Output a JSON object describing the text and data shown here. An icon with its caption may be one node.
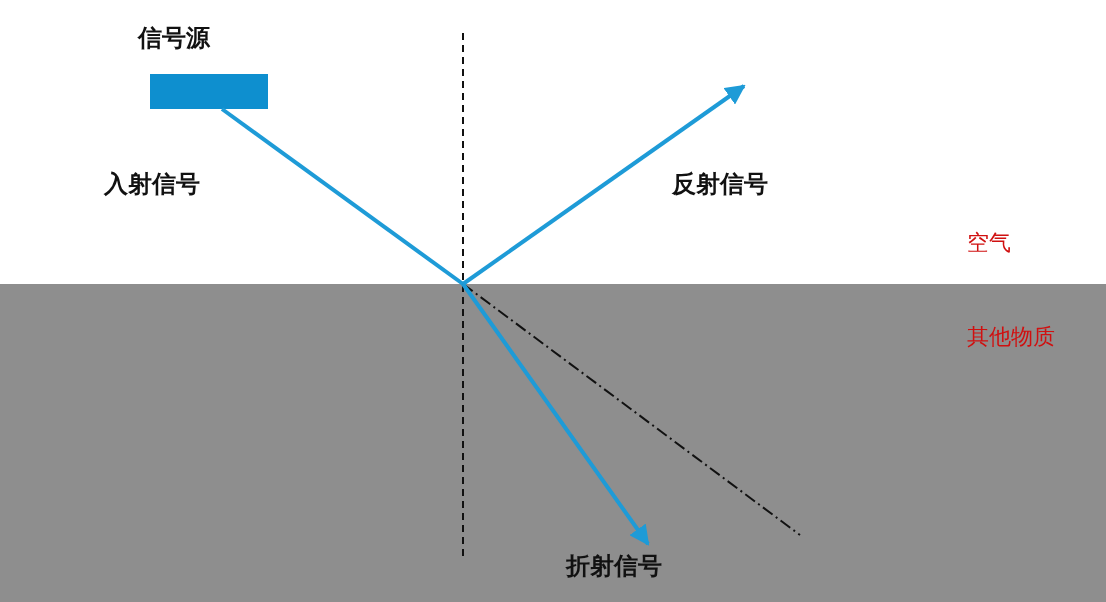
{
  "diagram": {
    "nodes": [
      {
        "text": [
          "信号源"
        ]
      },
      {
        "text": [
          "其他物质"
        ]
      }
    ],
    "edges": [
      {
        "from": 0,
        "to": 1,
        "arrow": "none"
      }
    ],
    "labels": [
      "入射信号",
      "反射信号",
      "空气",
      "折射信号"
    ]
  }
}
